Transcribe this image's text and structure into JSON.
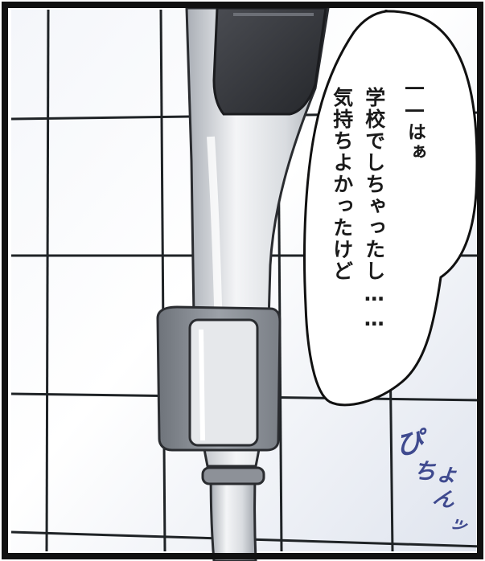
{
  "speech_bubble": {
    "line_1": "――はぁ",
    "line_2": "学校でしちゃったし……",
    "line_3": "気持ちよかったけど"
  },
  "sound_effect": {
    "part_1": "ぴ",
    "part_2": "ちょ",
    "part_3": "ん",
    "part_4": "ッ",
    "color": "#3f4a8f"
  },
  "colors": {
    "tile_wall": "#eef1f6",
    "grout": "#1f2326",
    "shower_head": "#d4d7db",
    "hose_dark": "#2f3136",
    "holder": "#7f848b",
    "panel_border": "#111111"
  },
  "icons": [
    "shower-head-icon",
    "shower-holder-icon",
    "shower-hose-icon"
  ]
}
